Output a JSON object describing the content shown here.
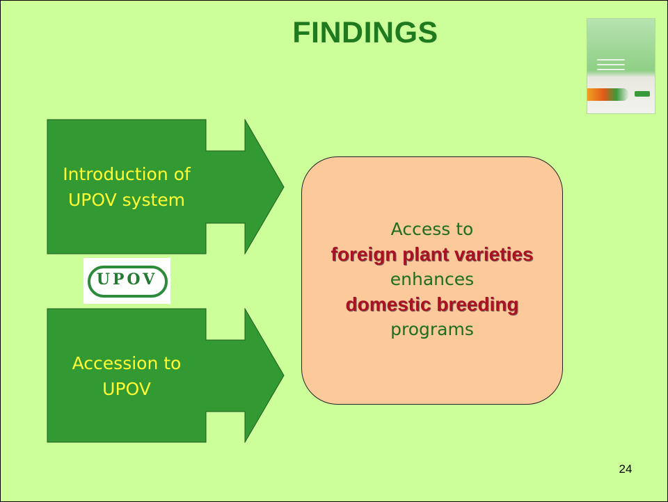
{
  "slide": {
    "title": "FINDINGS",
    "arrows": [
      {
        "lines": [
          "Introduction of",
          "UPOV system"
        ]
      },
      {
        "lines": [
          "Accession to",
          "UPOV"
        ]
      }
    ],
    "logo_text": "UPOV",
    "result_box": {
      "line1": "Access to",
      "highlight1": "foreign plant varieties",
      "line2": "enhances",
      "highlight2": "domestic breeding",
      "line3": "programs"
    },
    "page_number": "24"
  },
  "colors": {
    "background": "#ccff99",
    "title": "#1f7a1f",
    "arrow_fill": "#339933",
    "arrow_text": "#ffff33",
    "box_fill": "#fcc99a",
    "highlight_text": "#aa1122"
  },
  "icons": {
    "report_cover": "report-cover-thumbnail",
    "logo": "upov-logo"
  }
}
